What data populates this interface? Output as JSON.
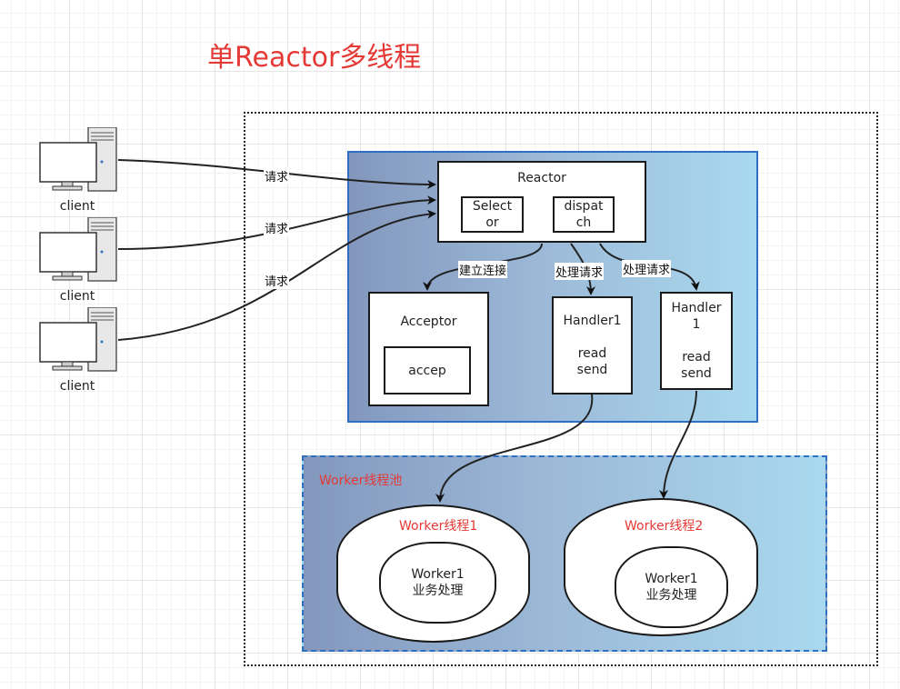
{
  "title": "单Reactor多线程",
  "clients": [
    {
      "label": "client"
    },
    {
      "label": "client"
    },
    {
      "label": "client"
    }
  ],
  "request_labels": [
    "请求",
    "请求",
    "请求"
  ],
  "reactor": {
    "title": "Reactor",
    "selector": "Select\nor",
    "dispatch": "dispat\nch"
  },
  "edges": {
    "connect": "建立连接",
    "handle1": "处理请求",
    "handle2": "处理请求"
  },
  "acceptor": {
    "title": "Acceptor",
    "accept": "accep"
  },
  "handler1": {
    "text": "Handler1\n\nread\nsend"
  },
  "handler2": {
    "text": "Handler\n1\n\nread\nsend"
  },
  "worker_pool": {
    "title": "Worker线程池",
    "threads": [
      {
        "title": "Worker线程1",
        "task": "Worker1\n业务处理"
      },
      {
        "title": "Worker线程2",
        "task": "Worker1\n业务处理"
      }
    ]
  },
  "colors": {
    "title": "#e53935",
    "border_blue": "#2f6fc2",
    "gradient_start": "#8397bd",
    "gradient_end": "#a9d9ee"
  },
  "icons": [
    "computer-icon"
  ]
}
